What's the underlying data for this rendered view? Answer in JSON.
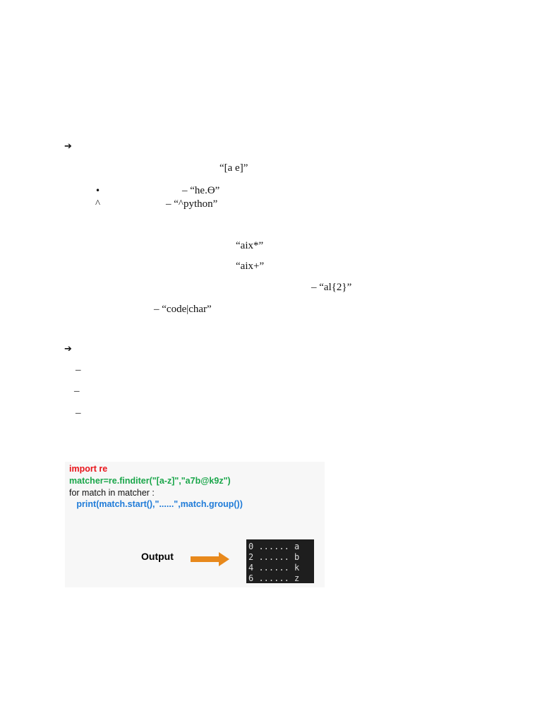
{
  "section1": {
    "arrow": "➔",
    "char_class_example": "“[a e]”",
    "dot": {
      "bullet": "•",
      "example": "– “he.Ө”"
    },
    "caret": {
      "bullet": "^",
      "example": "– “^python”"
    },
    "star_example": "“aix*”",
    "plus_example": "“aix+”",
    "braces_example": "– “al{2}”",
    "pipe_example": "– “code|char”"
  },
  "section2": {
    "arrow": "➔",
    "dashes": [
      "–",
      "–",
      "–"
    ]
  },
  "figure": {
    "code_lines": [
      {
        "text": "import re",
        "color": "#e8141b"
      },
      {
        "text": "matcher=re.finditer(\"[a-z]\",\"a7b@k9z\")",
        "color": "#1aa64a"
      },
      {
        "text": "for match in matcher :",
        "color": "#111111"
      },
      {
        "text": "   print(match.start(),\"......\",match.group())",
        "color": "#1f7bd8"
      }
    ],
    "output_label": "Output",
    "arrow_color": "#e8891c",
    "console_lines": [
      "0 ...... a",
      "2 ...... b",
      "4 ...... k",
      "6 ...... z"
    ]
  }
}
